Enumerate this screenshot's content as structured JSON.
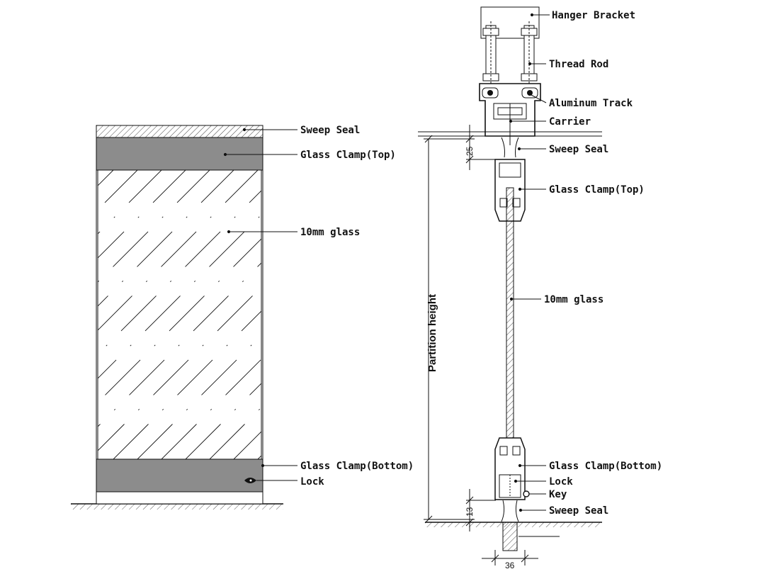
{
  "left_elevation": {
    "labels": {
      "sweep_seal_top": "Sweep Seal",
      "glass_clamp_top": "Glass Clamp(Top)",
      "glass": "10mm glass",
      "glass_clamp_bottom": "Glass Clamp(Bottom)",
      "lock": "Lock"
    }
  },
  "section": {
    "labels": {
      "hanger_bracket": "Hanger Bracket",
      "thread_rod": "Thread Rod",
      "aluminum_track": "Aluminum Track",
      "carrier": "Carrier",
      "sweep_seal_top": "Sweep Seal",
      "glass_clamp_top": "Glass Clamp(Top)",
      "glass": "10mm glass",
      "glass_clamp_bottom": "Glass Clamp(Bottom)",
      "lock": "Lock",
      "key": "Key",
      "sweep_seal_bottom": "Sweep Seal"
    },
    "dimensions": {
      "top_gap": "25",
      "bottom_gap": "13",
      "width": "36",
      "partition_height": "Partition height"
    }
  },
  "colors": {
    "line": "#111111",
    "clamp_fill": "#8c8c8c",
    "background": "#ffffff"
  }
}
